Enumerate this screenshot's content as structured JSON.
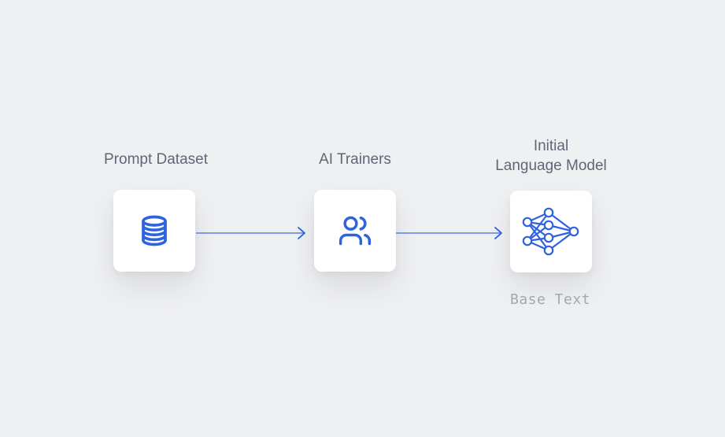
{
  "nodes": [
    {
      "label": "Prompt Dataset",
      "icon": "database-icon"
    },
    {
      "label": "AI Trainers",
      "icon": "users-icon"
    },
    {
      "label_lines": [
        "Initial",
        "Language Model"
      ],
      "icon": "neural-network-icon",
      "sublabel": "Base Text"
    }
  ],
  "colors": {
    "background": "#eff0f2",
    "accent": "#2f62df",
    "label": "#5f6675",
    "sublabel": "#a2a7b0",
    "card": "#ffffff"
  }
}
